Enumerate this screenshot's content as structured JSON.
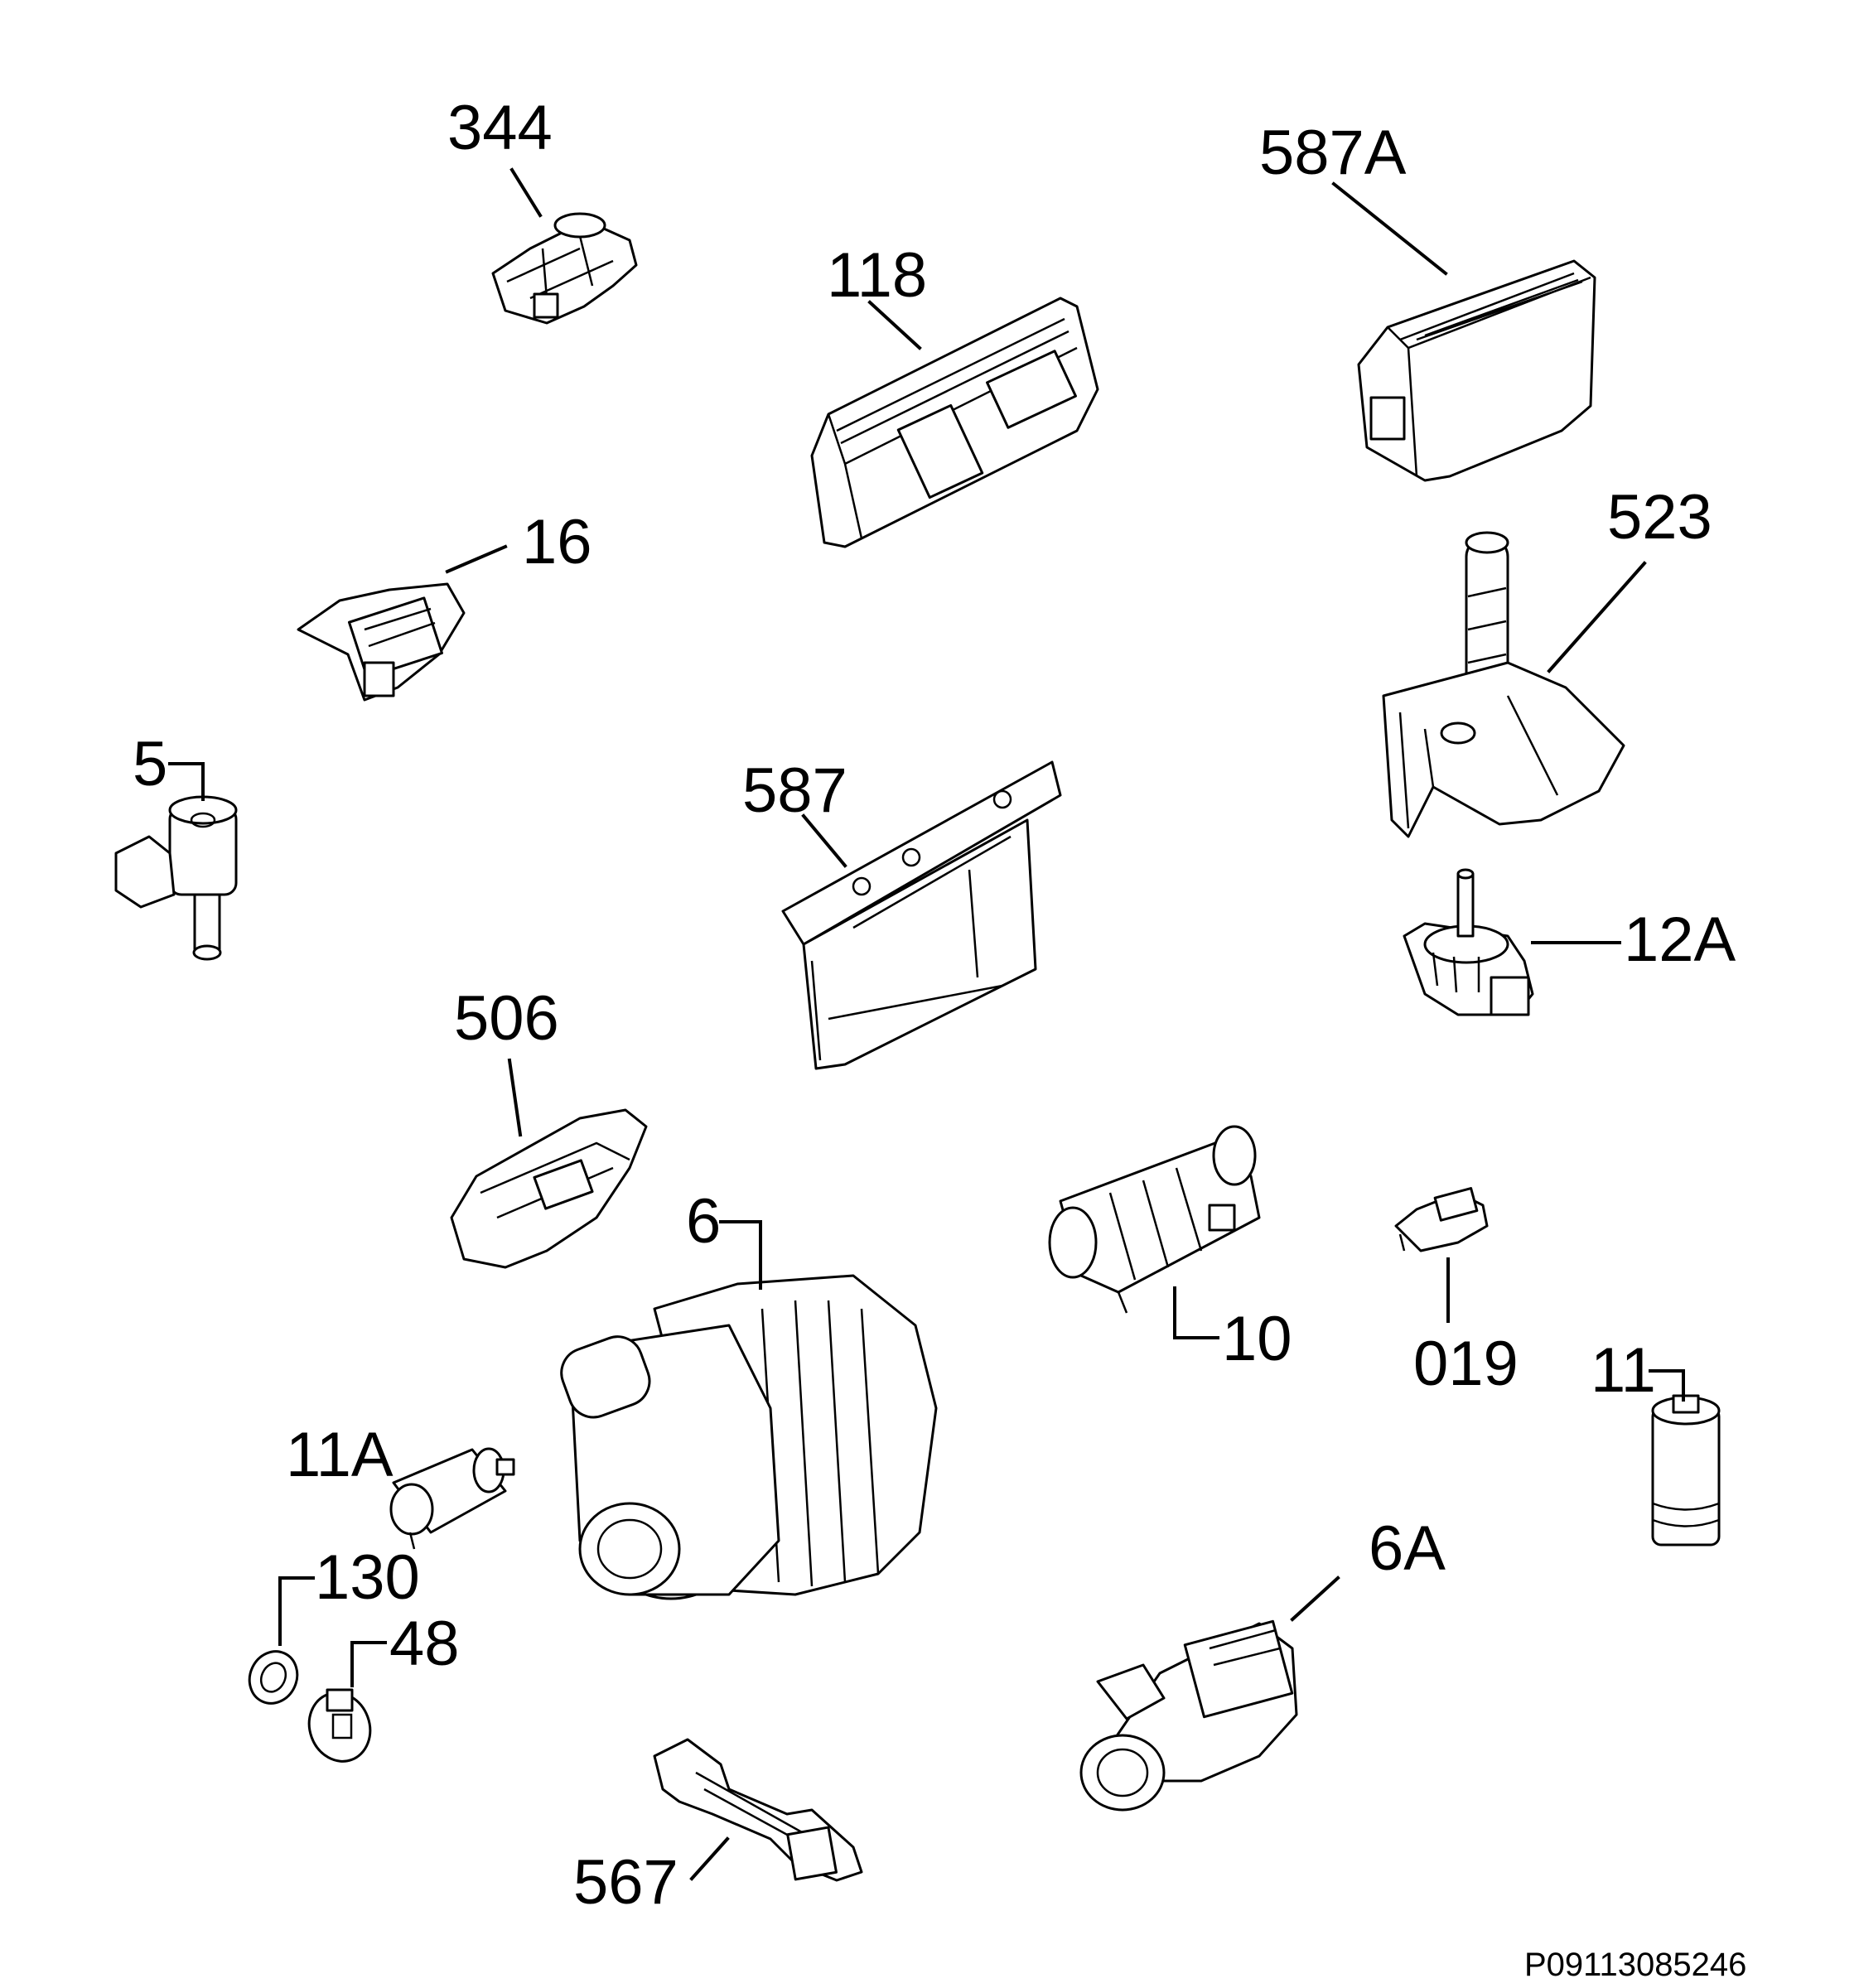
{
  "labels": {
    "p344": "344",
    "p587A": "587A",
    "p118": "118",
    "p16": "16",
    "p523": "523",
    "p5": "5",
    "p587": "587",
    "p12A": "12A",
    "p506": "506",
    "p6": "6",
    "p10": "10",
    "p019": "019",
    "p11": "11",
    "p11A": "11A",
    "p130": "130",
    "p48": "48",
    "p6A": "6A",
    "p567": "567"
  },
  "drawing_code": "P09113085246"
}
